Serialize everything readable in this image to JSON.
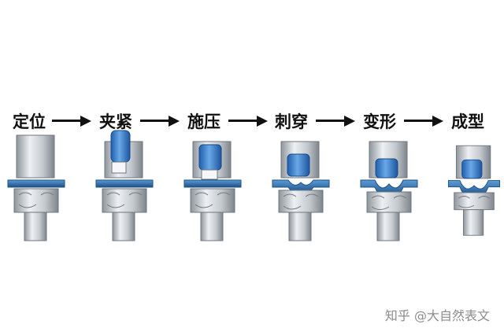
{
  "steps": [
    {
      "label": "定位"
    },
    {
      "label": "夹紧"
    },
    {
      "label": "施压"
    },
    {
      "label": "刺穿"
    },
    {
      "label": "变形"
    },
    {
      "label": "成型"
    }
  ],
  "watermark": "知乎 @大自然表文",
  "colors": {
    "sheet": "#3f86c7",
    "sheet_edge": "#1d4f86",
    "punch_blue": "#2f72c4",
    "steel_light": "#e9ecef",
    "steel_dark": "#8e959c",
    "arrow": "#111111"
  }
}
